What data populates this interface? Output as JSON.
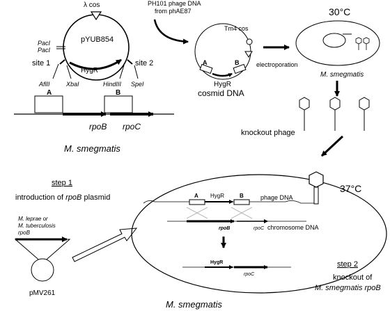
{
  "plasmid": {
    "name": "pYUB854",
    "lambda_cos": "λ cos",
    "pac1a": "PacI",
    "pac1b": "PacI",
    "site1": "site 1",
    "site2": "site 2",
    "hygr": "HygR",
    "afl": "AflII",
    "xba": "XbaI",
    "hind": "HindIII",
    "spe": "SpeI"
  },
  "genome_top": {
    "box_a": "A",
    "box_b": "B",
    "rpob": "rpoB",
    "rpoc": "rpoC",
    "organism": "M. smegmatis"
  },
  "phage_source": {
    "line1": "PH101 phage DNA",
    "line2": "from phAE87"
  },
  "cosmid": {
    "tm4": "Tm4 cos",
    "box_a": "A",
    "box_b": "B",
    "hygr": "HygR",
    "label": "cosmid DNA",
    "electroporation": "electroporation"
  },
  "cell_top": {
    "temp": "30°C",
    "organism": "M. smegmatis"
  },
  "knockout_phage": "knockout phage",
  "step1": {
    "title": "step 1",
    "desc_prefix": "introduction of ",
    "desc_gene": "rpoB",
    "desc_suffix": " plasmid"
  },
  "plasmid2": {
    "line1": "M. leprae or",
    "line2": "M. tuberculosis",
    "line3": "rpoB",
    "name": "pMV261"
  },
  "big_cell": {
    "temp": "37°C",
    "box_a": "A",
    "box_b": "B",
    "hygr": "HygR",
    "phage_dna": "phage DNA",
    "rpob": "rpoB",
    "rpoc": "rpoC",
    "chromosome": "chromosome DNA",
    "hygr2": "HygR",
    "rpoc2": "rpoC",
    "organism": "M. smegmatis"
  },
  "step2": {
    "title": "step 2",
    "line1": "knockout of",
    "line2": "M. smegmatis rpoB"
  }
}
